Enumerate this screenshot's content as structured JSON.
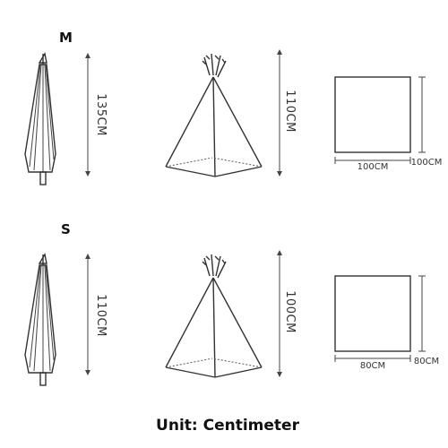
{
  "rows": [
    {
      "size": "M",
      "folded_height": "135CM",
      "tent_height": "110CM",
      "base_width": "100CM",
      "base_depth": "100CM"
    },
    {
      "size": "S",
      "folded_height": "110CM",
      "tent_height": "100CM",
      "base_width": "80CM",
      "base_depth": "80CM"
    }
  ],
  "footer": {
    "unit_label": "Unit: Centimeter"
  }
}
